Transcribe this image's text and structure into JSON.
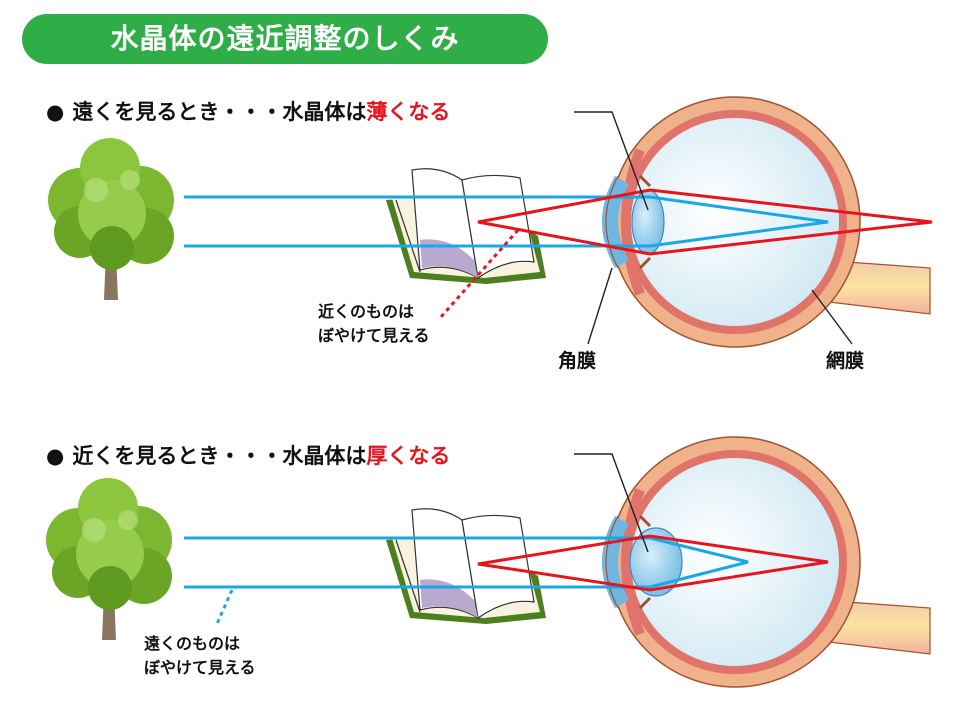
{
  "title": "水晶体の遠近調整のしくみ",
  "section_far": {
    "bullet": "●",
    "prefix": "遠くを見るとき・・・水晶体は",
    "highlight": "薄くなる",
    "note_line1": "近くのものは",
    "note_line2": "ぼやけて見える"
  },
  "section_near": {
    "bullet": "●",
    "prefix": "近くを見るとき・・・水晶体は",
    "highlight": "厚くなる",
    "note_line1": "遠くのものは",
    "note_line2": "ぼやけて見える"
  },
  "labels": {
    "cornea": "角膜",
    "retina": "網膜"
  },
  "colors": {
    "title_bg": "#2fae48",
    "highlight": "#e8141c",
    "far_ray": "#1aa7e6",
    "near_ray": "#e8141c"
  },
  "icons": {
    "tree": "tree-icon",
    "book": "open-book-icon",
    "eye": "eyeball-cross-section"
  }
}
